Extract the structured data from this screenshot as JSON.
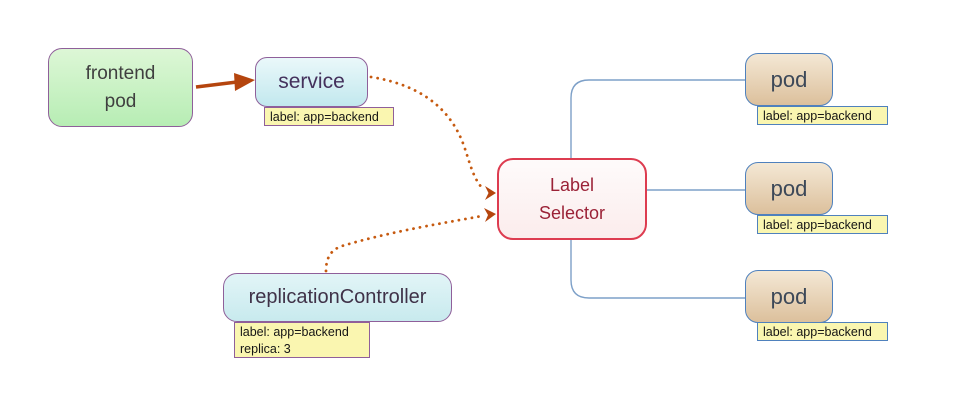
{
  "colors": {
    "purple_border": "#8f5f9a",
    "red_border": "#dd3c50",
    "blue_border": "#4f81bd",
    "connector_blue": "#7da0c8",
    "arrow_orange": "#b5450e",
    "dotted_orange": "#c65a10",
    "tag_yellow": "#faf6b0"
  },
  "nodes": {
    "frontend_pod": {
      "line1": "frontend",
      "line2": "pod"
    },
    "service": {
      "label": "service",
      "tag": "label: app=backend"
    },
    "label_selector": {
      "line1": "Label",
      "line2": "Selector"
    },
    "replication_controller": {
      "label": "replicationController",
      "tag_line1": "label: app=backend",
      "tag_line2": "replica: 3"
    },
    "pods": [
      {
        "label": "pod",
        "tag": "label: app=backend"
      },
      {
        "label": "pod",
        "tag": "label: app=backend"
      },
      {
        "label": "pod",
        "tag": "label: app=backend"
      }
    ]
  }
}
